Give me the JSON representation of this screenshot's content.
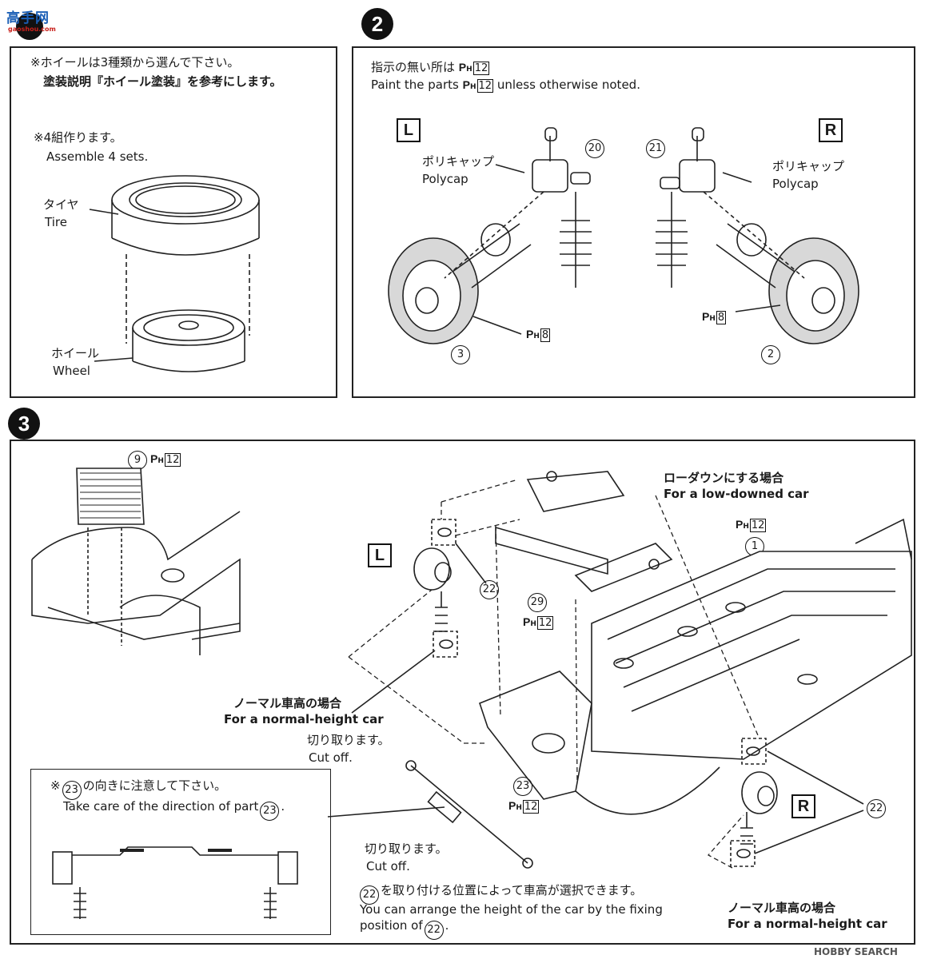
{
  "watermark": {
    "site": "高手网",
    "url": "gaoshou.com"
  },
  "step1": {
    "note_ja": "※ホイールは3種類から選んで下さい。",
    "note_ja2": "塗装説明『ホイール塗装』を参考にします。",
    "sets_ja": "※4組作ります。",
    "sets_en": "Assemble 4 sets.",
    "tire_ja": "タイヤ",
    "tire_en": "Tire",
    "wheel_ja": "ホイール",
    "wheel_en": "Wheel"
  },
  "step2": {
    "number": "2",
    "paint_note_ja": "指示の無い所は",
    "paint_note_en_pre": "Paint the parts",
    "paint_note_en_post": "unless otherwise noted.",
    "paint_code_main": "12",
    "paint_code_disc": "8",
    "left_tag": "L",
    "right_tag": "R",
    "polycap_ja": "ポリキャップ",
    "polycap_en": "Polycap",
    "part_20": "20",
    "part_21": "21",
    "part_3": "3",
    "part_2": "2"
  },
  "step3": {
    "number": "3",
    "part_9": "9",
    "part_1": "1",
    "part_22": "22",
    "part_23": "23",
    "part_29": "29",
    "paint_code": "12",
    "lowdown_ja": "ローダウンにする場合",
    "lowdown_en": "For a low-downed car",
    "normal_ja": "ノーマル車高の場合",
    "normal_en": "For a normal-height car",
    "cutoff_ja": "切り取ります。",
    "cutoff_en": "Cut off.",
    "care_ja_pre": "※",
    "care_ja_post": "の向きに注意して下さい。",
    "care_en_pre": "Take care of the direction of part",
    "height_ja": "を取り付ける位置によって車高が選択できます。",
    "height_en1": "You can arrange the height of the car by the fixing",
    "height_en2_pre": "position of",
    "left_tag": "L",
    "right_tag": "R"
  },
  "footer": {
    "brand": "HOBBY SEARCH"
  }
}
